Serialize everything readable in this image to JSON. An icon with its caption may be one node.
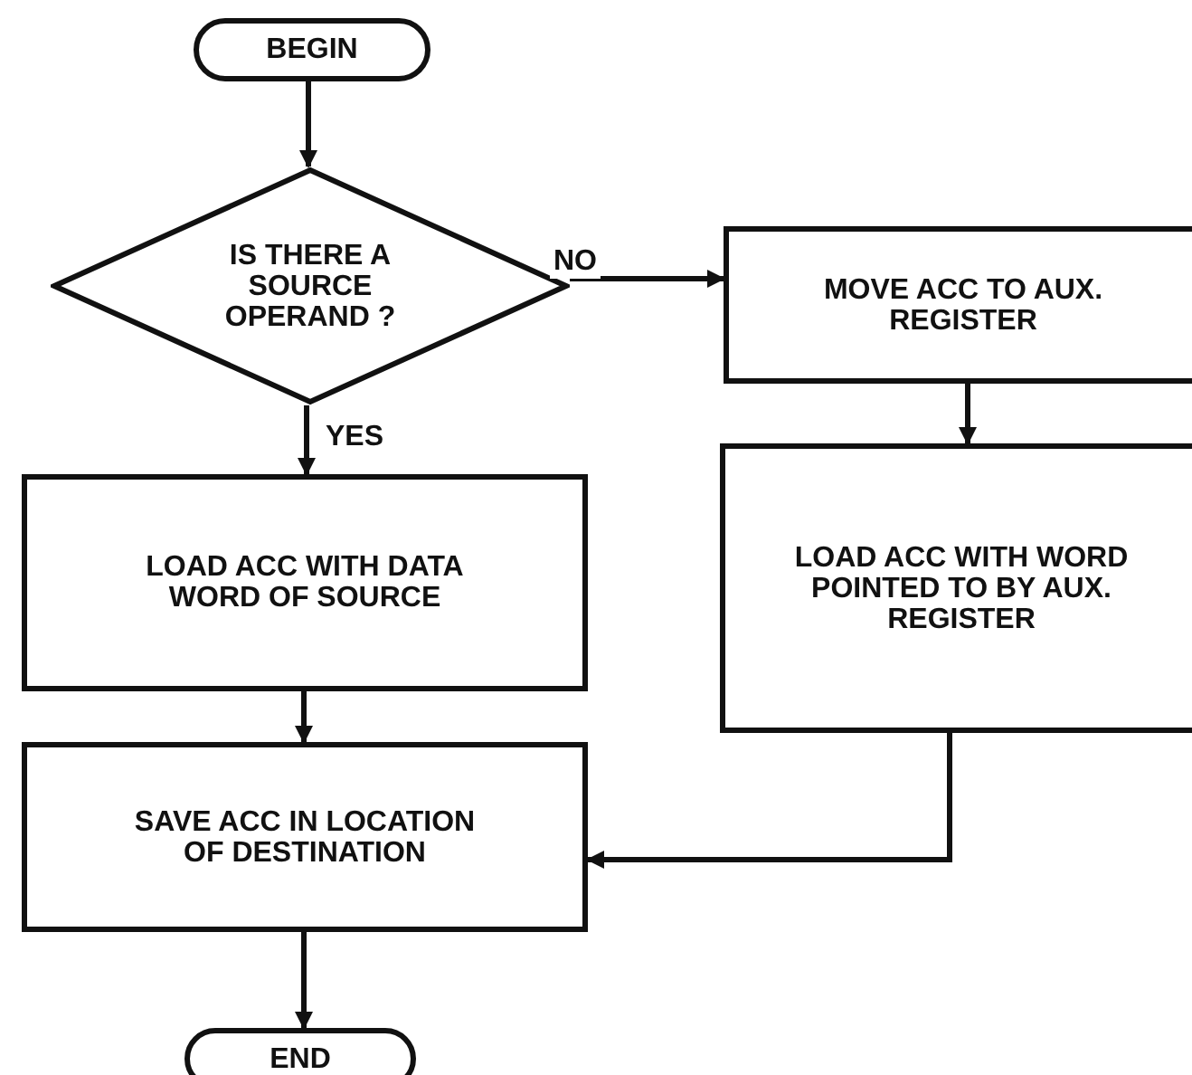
{
  "diagram": {
    "nodes": [
      {
        "text": [
          "BEGIN"
        ]
      },
      {
        "text": [
          "IS THERE A SOURCE OPERAND ?"
        ]
      },
      {
        "text": [
          "MOVE ACC TO AUX. REGISTER"
        ]
      },
      {
        "text": [
          "LOAD ACC WITH DATA WORD OF SOURCE"
        ]
      },
      {
        "text": [
          "LOAD ACC WITH WORD POINTED TO BY AUX. REGISTER"
        ]
      },
      {
        "text": [
          "SAVE ACC IN LOCATION OF DESTINATION"
        ]
      },
      {
        "text": [
          "END"
        ]
      }
    ],
    "edges": [
      {
        "from": 0,
        "to": 1,
        "arrow": "to"
      },
      {
        "from": 1,
        "to": 3,
        "arrow": "to",
        "label": "YES"
      },
      {
        "from": 1,
        "to": 2,
        "arrow": "to",
        "label": "NO"
      },
      {
        "from": 2,
        "to": 4,
        "arrow": "to"
      },
      {
        "from": 3,
        "to": 5,
        "arrow": "to"
      },
      {
        "from": 4,
        "to": 5,
        "arrow": "to"
      },
      {
        "from": 5,
        "to": 6,
        "arrow": "to"
      }
    ]
  }
}
